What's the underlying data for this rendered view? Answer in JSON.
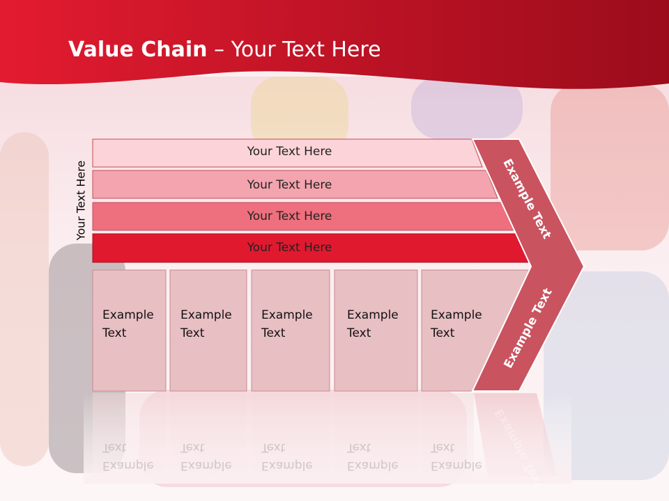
{
  "title": {
    "bold": "Value Chain",
    "rest": " – Your Text Here"
  },
  "side_label": "Your Text Here",
  "bars": [
    {
      "label": "Your Text Here"
    },
    {
      "label": "Your Text Here"
    },
    {
      "label": "Your Text Here"
    },
    {
      "label": "Your Text Here"
    }
  ],
  "boxes": [
    {
      "label_line1": "Example",
      "label_line2": "Text"
    },
    {
      "label_line1": "Example",
      "label_line2": "Text"
    },
    {
      "label_line1": "Example",
      "label_line2": "Text"
    },
    {
      "label_line1": "Example",
      "label_line2": "Text"
    },
    {
      "label_line1": "Example",
      "label_line2": "Text"
    }
  ],
  "chevron": {
    "upper_label": "Example Text",
    "lower_label": "Example Text"
  },
  "colors": {
    "title_red": "#c8102e",
    "bar_colors": [
      "#fbd3d8",
      "#f3a4ae",
      "#ee6f7d",
      "#e0192f"
    ],
    "box_fill": "#e8bfc3",
    "chevron_fill": "#c9535f"
  }
}
